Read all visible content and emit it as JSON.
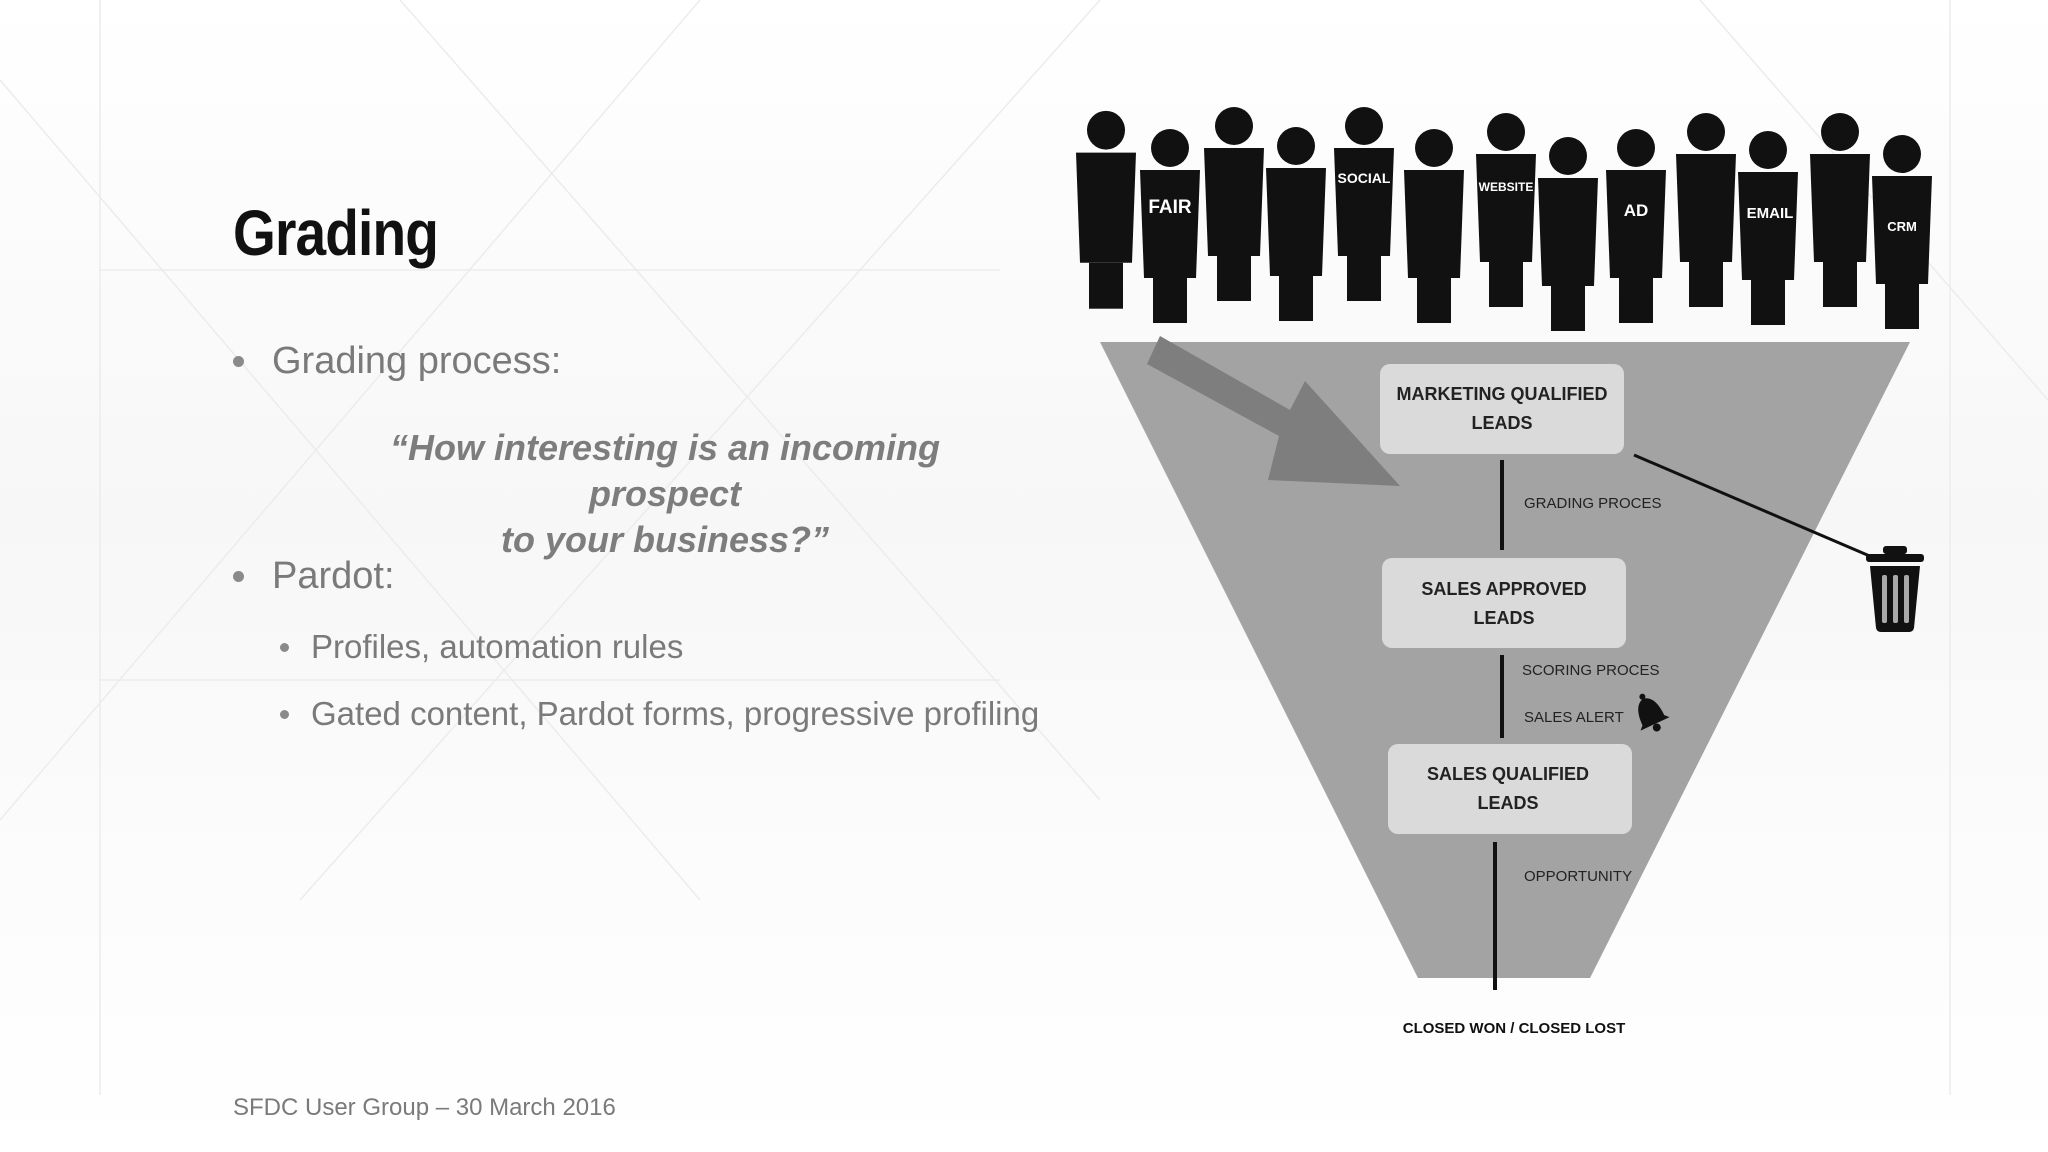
{
  "slide": {
    "title": "Grading",
    "bullets": {
      "grading_process": "Grading process:",
      "quote_line1": "“How interesting is an incoming prospect",
      "quote_line2": "to your business?”",
      "pardot": "Pardot:",
      "sub1": "Profiles, automation rules",
      "sub2": "Gated content, Pardot forms, progressive profiling"
    },
    "footer": "SFDC User Group – 30 March 2016"
  },
  "diagram": {
    "people_labels": {
      "fair": "FAIR",
      "social": "SOCIAL",
      "website": "WEBSITE",
      "ad": "AD",
      "email": "EMAIL",
      "crm": "CRM"
    },
    "stages": {
      "mql_line1": "MARKETING QUALIFIED",
      "mql_line2": "LEADS",
      "sal_line1": "SALES APPROVED",
      "sal_line2": "LEADS",
      "sql_line1": "SALES QUALIFIED",
      "sql_line2": "LEADS"
    },
    "steps": {
      "grading": "GRADING PROCES",
      "scoring": "SCORING PROCES",
      "sales_alert": "SALES ALERT",
      "opportunity": "OPPORTUNITY"
    },
    "outcome": "CLOSED WON / CLOSED LOST",
    "colors": {
      "funnel": "#a3a3a3",
      "stage_box": "#dadada",
      "arrow": "#7e7e7e",
      "people": "#111111"
    }
  }
}
